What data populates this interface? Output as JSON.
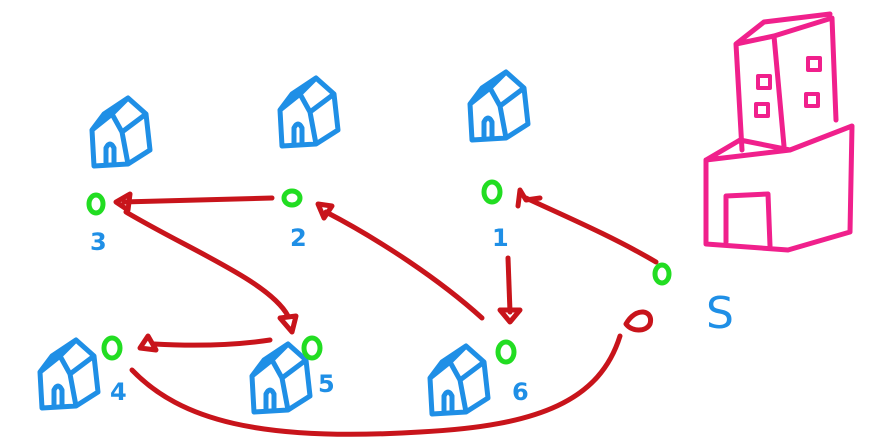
{
  "colors": {
    "house": "#1f8fe6",
    "node": "#22dd22",
    "arrow": "#c8141b",
    "building": "#f0208c",
    "label": "#1f8fe6"
  },
  "nodes": [
    {
      "id": "1",
      "label": "1"
    },
    {
      "id": "2",
      "label": "2"
    },
    {
      "id": "3",
      "label": "3"
    },
    {
      "id": "4",
      "label": "4"
    },
    {
      "id": "5",
      "label": "5"
    },
    {
      "id": "6",
      "label": "6"
    },
    {
      "id": "S",
      "label": "S"
    }
  ],
  "edges": [
    {
      "from": "S",
      "to": "1"
    },
    {
      "from": "1",
      "to": "6"
    },
    {
      "from": "6",
      "to": "2"
    },
    {
      "from": "2",
      "to": "3"
    },
    {
      "from": "3",
      "to": "5"
    },
    {
      "from": "5",
      "to": "4"
    },
    {
      "from": "4",
      "to": "S"
    }
  ],
  "icons": {
    "house": "house-icon",
    "depot": "building-icon"
  }
}
